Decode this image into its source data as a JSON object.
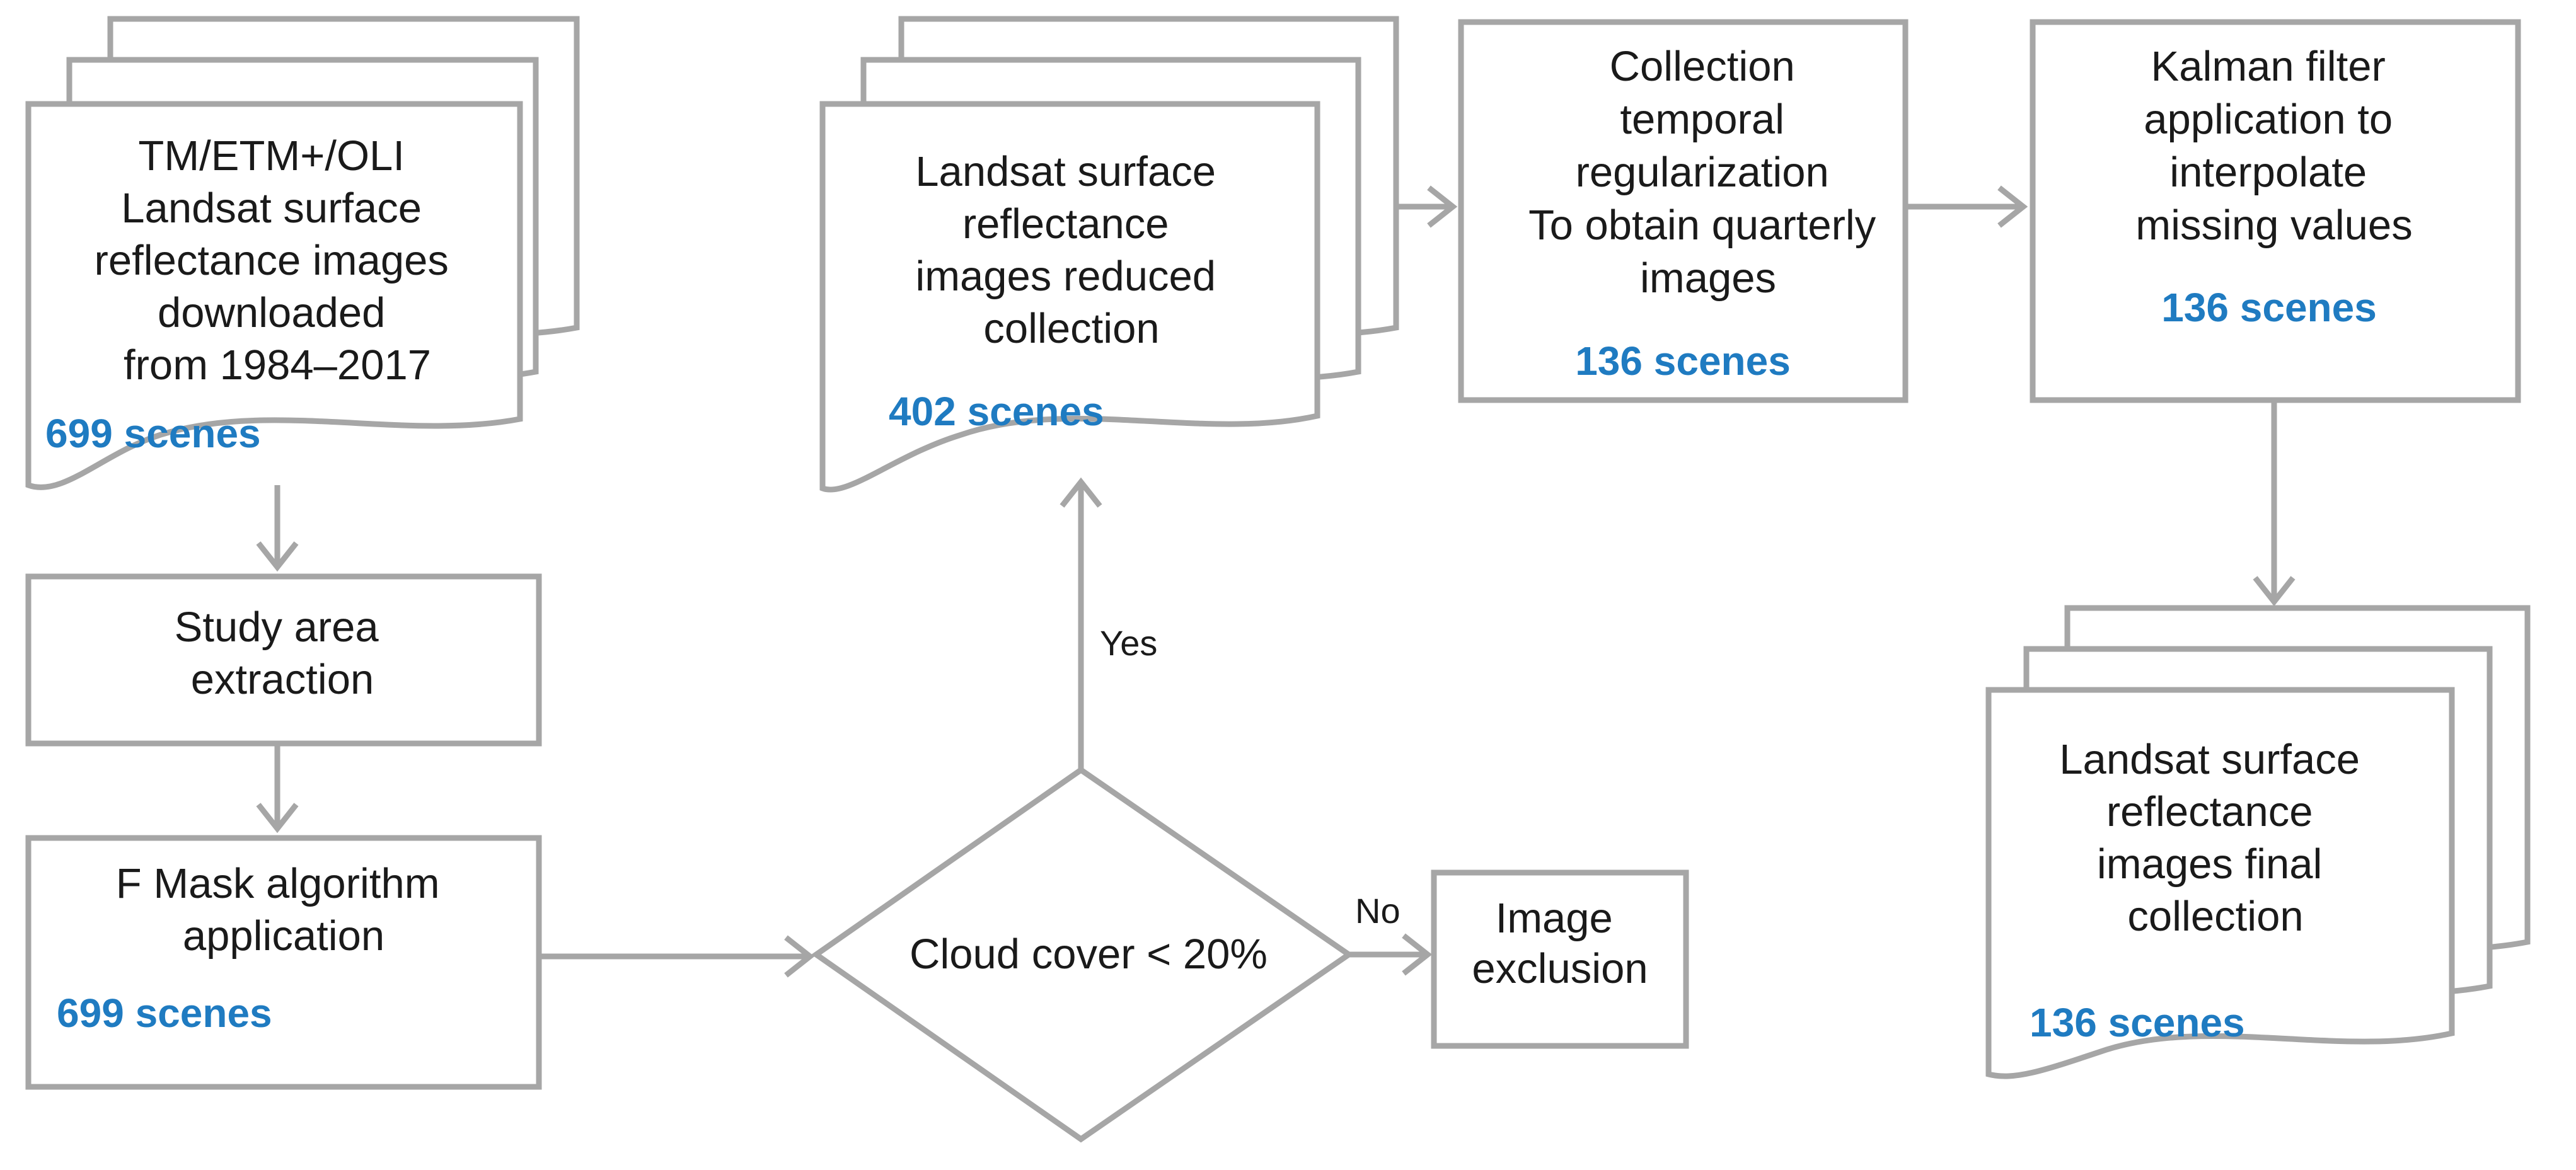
{
  "nodes": {
    "source_images": {
      "lines": [
        "TM/ETM+/OLI",
        "Landsat surface",
        "reflectance images",
        "downloaded",
        "from 1984–2017"
      ],
      "count": "699 scenes"
    },
    "study_area": {
      "lines": [
        "Study area",
        "extraction"
      ]
    },
    "fmask": {
      "lines": [
        "F Mask algorithm",
        "application"
      ],
      "count": "699 scenes"
    },
    "cloud_decision": {
      "lines": [
        "Cloud cover < 20%"
      ]
    },
    "image_exclusion": {
      "lines": [
        "Image",
        "exclusion"
      ]
    },
    "reduced_collection": {
      "lines": [
        "Landsat surface",
        "reflectance",
        "images reduced",
        "collection"
      ],
      "count": "402 scenes"
    },
    "temporal_regularization": {
      "lines": [
        "Collection",
        "temporal",
        "regularization",
        "To obtain quarterly",
        "images"
      ],
      "count": "136 scenes"
    },
    "kalman": {
      "lines": [
        "Kalman filter",
        "application to",
        "interpolate",
        "missing values"
      ],
      "count": "136 scenes"
    },
    "final_collection": {
      "lines": [
        "Landsat surface",
        "reflectance",
        "images final",
        "collection"
      ],
      "count": "136 scenes"
    }
  },
  "edges": {
    "yes_label": "Yes",
    "no_label": "No"
  },
  "colors": {
    "count_text": "#1f7bc1",
    "stroke": "#a6a6a6",
    "text": "#1a1a1a"
  }
}
